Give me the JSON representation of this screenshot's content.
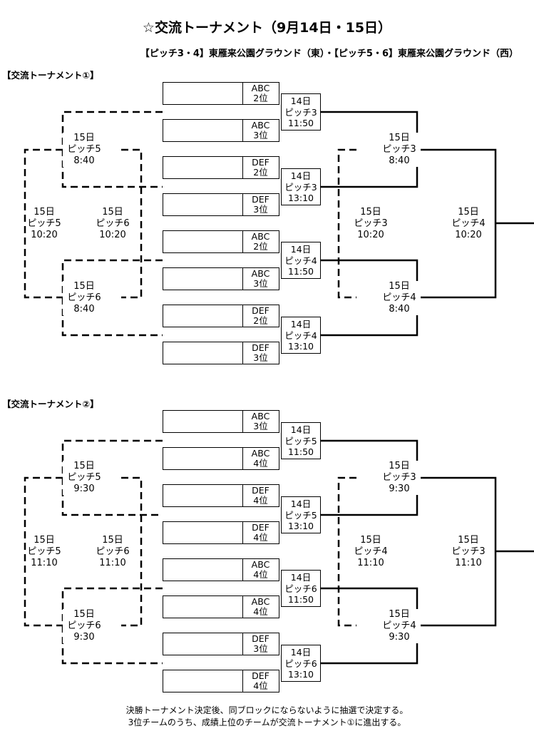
{
  "title": "☆交流トーナメント（9月14日・15日）",
  "venue": "【ピッチ3・4】東雁来公園グラウンド（東）・【ピッチ5・6】東雁来公園グラウンド（西）",
  "t1": {
    "label": "【交流トーナメント①】",
    "teams": [
      {
        "name": "",
        "l1": "ABC",
        "l2": "2位"
      },
      {
        "name": "",
        "l1": "ABC",
        "l2": "3位"
      },
      {
        "name": "",
        "l1": "DEF",
        "l2": "2位"
      },
      {
        "name": "",
        "l1": "DEF",
        "l2": "3位"
      },
      {
        "name": "",
        "l1": "ABC",
        "l2": "2位"
      },
      {
        "name": "",
        "l1": "ABC",
        "l2": "3位"
      },
      {
        "name": "",
        "l1": "DEF",
        "l2": "2位"
      },
      {
        "name": "",
        "l1": "DEF",
        "l2": "3位"
      }
    ],
    "r1": [
      {
        "l1": "14日",
        "l2": "ピッチ3",
        "l3": "11:50"
      },
      {
        "l1": "14日",
        "l2": "ピッチ3",
        "l3": "13:10"
      },
      {
        "l1": "14日",
        "l2": "ピッチ4",
        "l3": "11:50"
      },
      {
        "l1": "14日",
        "l2": "ピッチ4",
        "l3": "13:10"
      }
    ],
    "win": {
      "semi_top": {
        "l1": "15日",
        "l2": "ピッチ3",
        "l3": "8:40"
      },
      "semi_bot": {
        "l1": "15日",
        "l2": "ピッチ4",
        "l3": "8:40"
      },
      "final": {
        "l1": "15日",
        "l2": "ピッチ4",
        "l3": "10:20"
      },
      "third": {
        "l1": "15日",
        "l2": "ピッチ3",
        "l3": "10:20"
      }
    },
    "lose": {
      "semi_top": {
        "l1": "15日",
        "l2": "ピッチ5",
        "l3": "8:40"
      },
      "semi_bot": {
        "l1": "15日",
        "l2": "ピッチ6",
        "l3": "8:40"
      },
      "left": {
        "l1": "15日",
        "l2": "ピッチ5",
        "l3": "10:20"
      },
      "right": {
        "l1": "15日",
        "l2": "ピッチ6",
        "l3": "10:20"
      }
    }
  },
  "t2": {
    "label": "【交流トーナメント②】",
    "teams": [
      {
        "name": "",
        "l1": "ABC",
        "l2": "3位"
      },
      {
        "name": "",
        "l1": "ABC",
        "l2": "4位"
      },
      {
        "name": "",
        "l1": "DEF",
        "l2": "4位"
      },
      {
        "name": "",
        "l1": "DEF",
        "l2": "4位"
      },
      {
        "name": "",
        "l1": "ABC",
        "l2": "4位"
      },
      {
        "name": "",
        "l1": "ABC",
        "l2": "4位"
      },
      {
        "name": "",
        "l1": "DEF",
        "l2": "3位"
      },
      {
        "name": "",
        "l1": "DEF",
        "l2": "4位"
      }
    ],
    "r1": [
      {
        "l1": "14日",
        "l2": "ピッチ5",
        "l3": "11:50"
      },
      {
        "l1": "14日",
        "l2": "ピッチ5",
        "l3": "13:10"
      },
      {
        "l1": "14日",
        "l2": "ピッチ6",
        "l3": "11:50"
      },
      {
        "l1": "14日",
        "l2": "ピッチ6",
        "l3": "13:10"
      }
    ],
    "win": {
      "semi_top": {
        "l1": "15日",
        "l2": "ピッチ3",
        "l3": "9:30"
      },
      "semi_bot": {
        "l1": "15日",
        "l2": "ピッチ4",
        "l3": "9:30"
      },
      "final": {
        "l1": "15日",
        "l2": "ピッチ3",
        "l3": "11:10"
      },
      "third": {
        "l1": "15日",
        "l2": "ピッチ4",
        "l3": "11:10"
      }
    },
    "lose": {
      "semi_top": {
        "l1": "15日",
        "l2": "ピッチ5",
        "l3": "9:30"
      },
      "semi_bot": {
        "l1": "15日",
        "l2": "ピッチ6",
        "l3": "9:30"
      },
      "left": {
        "l1": "15日",
        "l2": "ピッチ5",
        "l3": "11:10"
      },
      "right": {
        "l1": "15日",
        "l2": "ピッチ6",
        "l3": "11:10"
      }
    }
  },
  "footer": {
    "line1": "決勝トーナメント決定後、同ブロックにならないように抽選で決定する。",
    "line2": "3位チームのうち、成績上位のチームが交流トーナメント①に進出する。"
  }
}
